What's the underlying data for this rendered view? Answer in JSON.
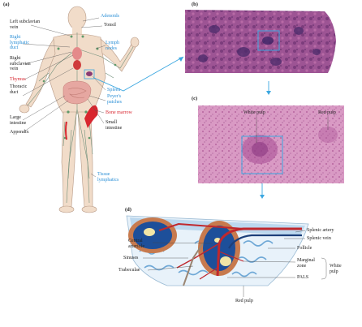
{
  "panels": {
    "a": "(a)",
    "b": "(b)",
    "c": "(c)",
    "d": "(d)"
  },
  "colors": {
    "blue_label": "#2a8fd6",
    "red_label": "#d8262f",
    "arrow": "#3ba7e0",
    "tissue_pink": "#c77fb0",
    "vessel_red": "#c0282d",
    "pulp_blue": "#1d4f9a"
  },
  "panel_a": {
    "left_subclavian_vein": [
      "Left subclavian",
      "vein"
    ],
    "right_lymphatic_duct": [
      "Right",
      "lymphatic",
      "duct"
    ],
    "right_subclavian_vein": [
      "Right",
      "subclavian",
      "vein"
    ],
    "thymus": "Thymus",
    "thoracic_duct": [
      "Thoracic",
      "duct"
    ],
    "large_intestine": [
      "Large",
      "intestine"
    ],
    "appendix": "Appendix",
    "adenoids": "Adenoids",
    "tonsil": "Tonsil",
    "lymph_nodes": [
      "Lymph",
      "nodes"
    ],
    "spleen": "Spleen",
    "peyers_patches": [
      "Peyer's",
      "patches"
    ],
    "bone_marrow": "Bone marrow",
    "small_intestine": [
      "Small",
      "intestine"
    ],
    "tissue_lymphatics": [
      "Tissue",
      "lymphatics"
    ]
  },
  "panel_c": {
    "white_pulp": "White pulp",
    "red_pulp": "Red pulp"
  },
  "panel_d": {
    "central_arteriole": [
      "Central",
      "arteriole"
    ],
    "sinuses": "Sinuses",
    "trabeculae": "Trabeculae",
    "splenic_artery": "Splenic artery",
    "splenic_vein": "Splenic vein",
    "follicle": "Follicle",
    "marginal_zone": [
      "Marginal",
      "zone"
    ],
    "pals": "PALS",
    "white_pulp_bracket": [
      "White",
      "pulp"
    ],
    "red_pulp": "Red pulp"
  }
}
